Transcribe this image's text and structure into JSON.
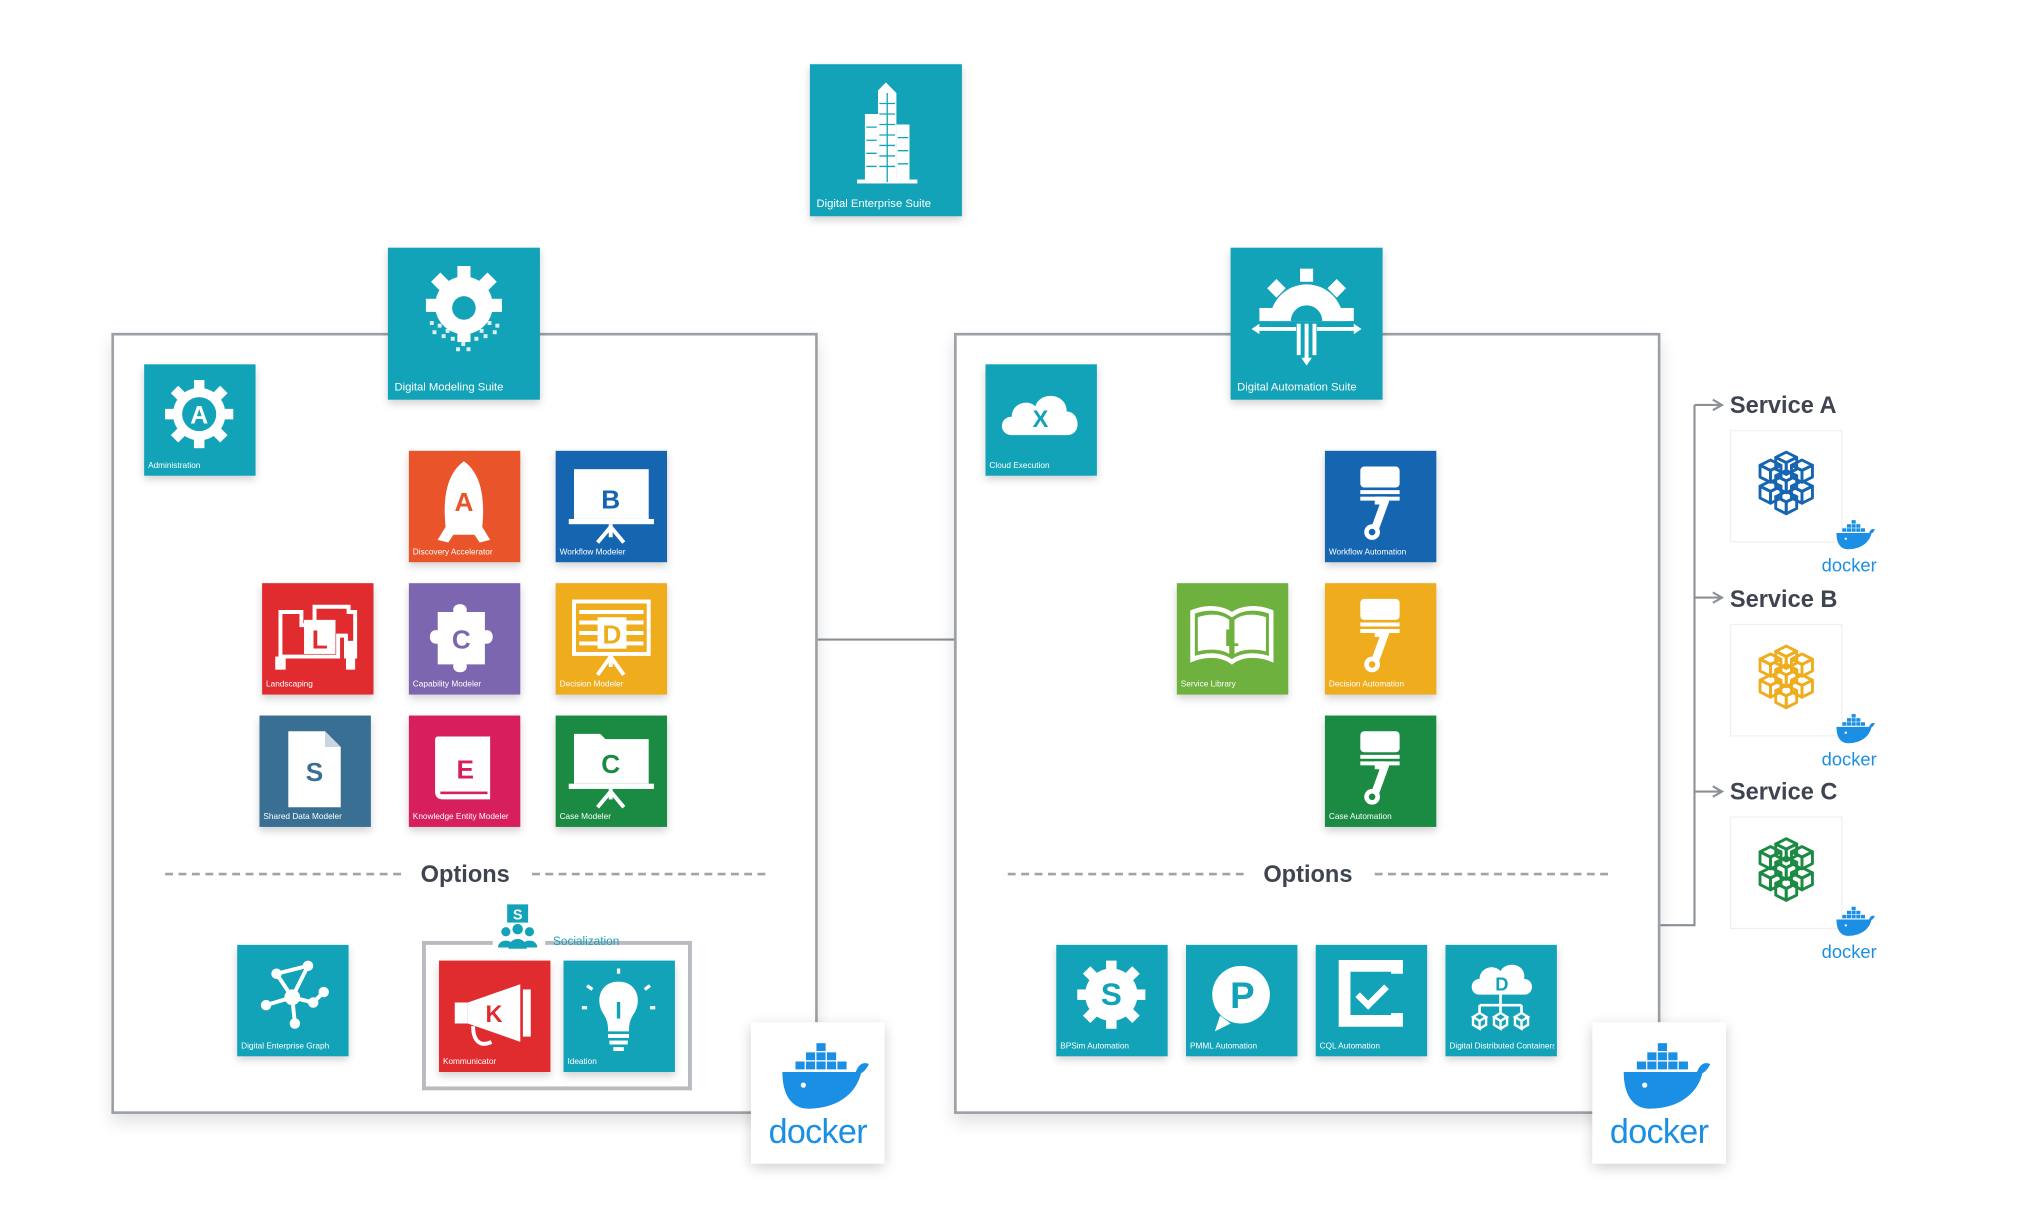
{
  "title": "Digital Enterprise Suite",
  "colors": {
    "teal": "#12a3b9",
    "orange": "#e9542a",
    "blue": "#1565b1",
    "red": "#e02b2f",
    "purple": "#7d66b0",
    "yellow": "#efac1d",
    "slate": "#3a6f94",
    "magenta": "#d61f5c",
    "green": "#1b8a42",
    "lime": "#6eb13f",
    "docker_blue": "#1a8fe3"
  },
  "modeling": {
    "suite_label": "Digital Modeling Suite",
    "admin_label": "Administration",
    "tiles": [
      {
        "letter": "A",
        "label": "Discovery Accelerator",
        "color": "#e9542a",
        "icon": "rocket-icon"
      },
      {
        "letter": "B",
        "label": "Workflow  Modeler",
        "color": "#1565b1",
        "icon": "presentation-board-icon"
      },
      {
        "letter": "L",
        "label": "Landscaping",
        "color": "#e02b2f",
        "icon": "landscape-icon"
      },
      {
        "letter": "C",
        "label": "Capability Modeler",
        "color": "#7d66b0",
        "icon": "puzzle-icon"
      },
      {
        "letter": "D",
        "label": "Decision Modeler",
        "color": "#efac1d",
        "icon": "decision-board-icon"
      },
      {
        "letter": "S",
        "label": "Shared Data Modeler",
        "color": "#3a6f94",
        "icon": "document-icon"
      },
      {
        "letter": "E",
        "label": "Knowledge Entity Modeler",
        "color": "#d61f5c",
        "icon": "book-icon"
      },
      {
        "letter": "C",
        "label": "Case Modeler",
        "color": "#1b8a42",
        "icon": "folder-board-icon"
      }
    ],
    "options_label": "Options",
    "graph_label": "Digital Enterprise Graph",
    "socialization": {
      "badge_letter": "S",
      "label": "Socialization",
      "communicator": {
        "letter": "K",
        "label": "Kommunicator"
      },
      "ideation": {
        "letter": "I",
        "label": "Ideation"
      }
    },
    "docker_label": "docker"
  },
  "automation": {
    "suite_label": "Digital Automation Suite",
    "cloud_label": "Cloud Execution",
    "cloud_letter": "X",
    "tiles": [
      {
        "label": "Workflow Automation",
        "color": "#1565b1",
        "icon": "piston-icon"
      },
      {
        "letter": "L",
        "label": "Service Library",
        "color": "#6eb13f",
        "icon": "open-book-icon"
      },
      {
        "label": "Decision Automation",
        "color": "#efac1d",
        "icon": "piston-icon"
      },
      {
        "label": "Case Automation",
        "color": "#1b8a42",
        "icon": "piston-icon"
      }
    ],
    "options_label": "Options",
    "options": [
      {
        "letter": "S",
        "label": "BPSim Automation",
        "icon": "gear-s-icon"
      },
      {
        "letter": "P",
        "label": "PMML Automation",
        "icon": "circle-p-icon"
      },
      {
        "label": "CQL Automation",
        "icon": "check-c-icon"
      },
      {
        "letter": "D",
        "label": "Digital Distributed Containers",
        "icon": "cloud-network-icon"
      }
    ],
    "docker_label": "docker"
  },
  "services": [
    {
      "name": "Service A",
      "color": "#1565b1",
      "docker_label": "docker"
    },
    {
      "name": "Service B",
      "color": "#efac1d",
      "docker_label": "docker"
    },
    {
      "name": "Service C",
      "color": "#1b8a42",
      "docker_label": "docker"
    }
  ]
}
